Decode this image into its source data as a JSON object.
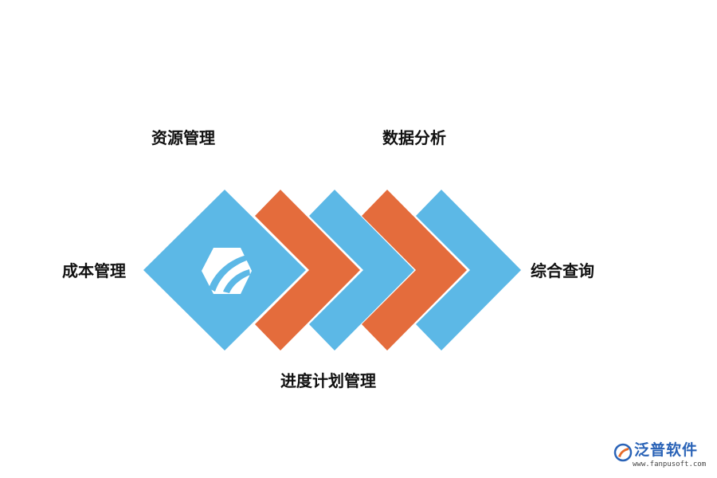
{
  "labels": {
    "left": "成本管理",
    "top_left": "资源管理",
    "top_right": "数据分析",
    "bottom": "进度计划管理",
    "right": "综合查询"
  },
  "center_icon": "fanpu-logo-icon",
  "colors": {
    "blue": "#5cb8e6",
    "orange": "#e46c3c",
    "white": "#ffffff",
    "text": "#111111",
    "brand_blue": "#2a63b7",
    "brand_orange": "#e56b2b"
  },
  "watermark": {
    "name": "泛普软件",
    "url": "www.fanpusoft.com",
    "logo_icon": "fanpu-brand-logo-icon"
  }
}
